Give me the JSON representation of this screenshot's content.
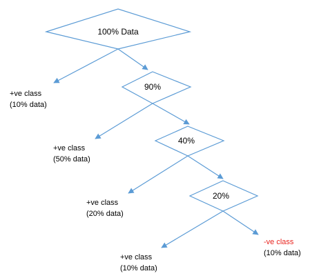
{
  "colors": {
    "line": "#5b9bd5",
    "text": "#000000",
    "negative": "#e8251f"
  },
  "nodes": [
    {
      "label": "100% Data"
    },
    {
      "label": "90%"
    },
    {
      "label": "40%"
    },
    {
      "label": "20%"
    }
  ],
  "outcomes": [
    {
      "line1": "+ve class",
      "line2": "(10% data)"
    },
    {
      "line1": "+ve class",
      "line2": "(50% data)"
    },
    {
      "line1": "+ve class",
      "line2": "(20% data)"
    },
    {
      "line1": "+ve class",
      "line2": "(10% data)"
    },
    {
      "line1": "-ve class",
      "line2": "(10% data)"
    }
  ]
}
